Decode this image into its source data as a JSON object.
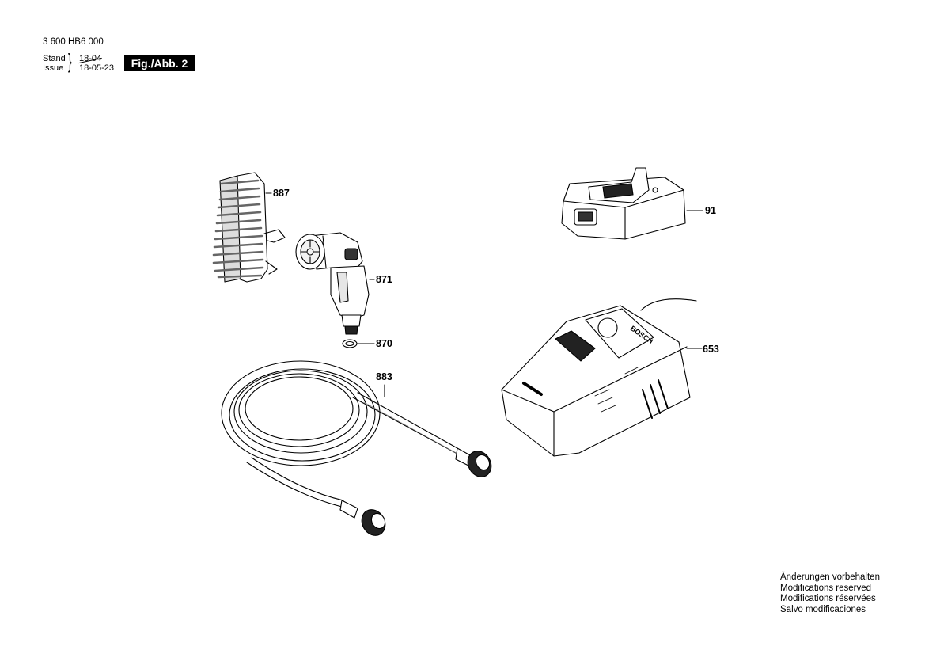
{
  "header": {
    "document_number": "3 600 HB6 000",
    "stand_label": "Stand",
    "issue_label": "Issue",
    "stand_value": "18-04",
    "issue_value": "18-05-23",
    "figure_label": "Fig./Abb. 2"
  },
  "parts": [
    {
      "number": "887",
      "name": "brush"
    },
    {
      "number": "871",
      "name": "spray-gun"
    },
    {
      "number": "870",
      "name": "o-ring"
    },
    {
      "number": "883",
      "name": "hose"
    },
    {
      "number": "91",
      "name": "battery"
    },
    {
      "number": "653",
      "name": "charger"
    }
  ],
  "charger_brand": "BOSCH",
  "footer": {
    "notices": [
      "Änderungen vorbehalten",
      "Modifications reserved",
      "Modifications réservées",
      "Salvo modificaciones"
    ]
  }
}
